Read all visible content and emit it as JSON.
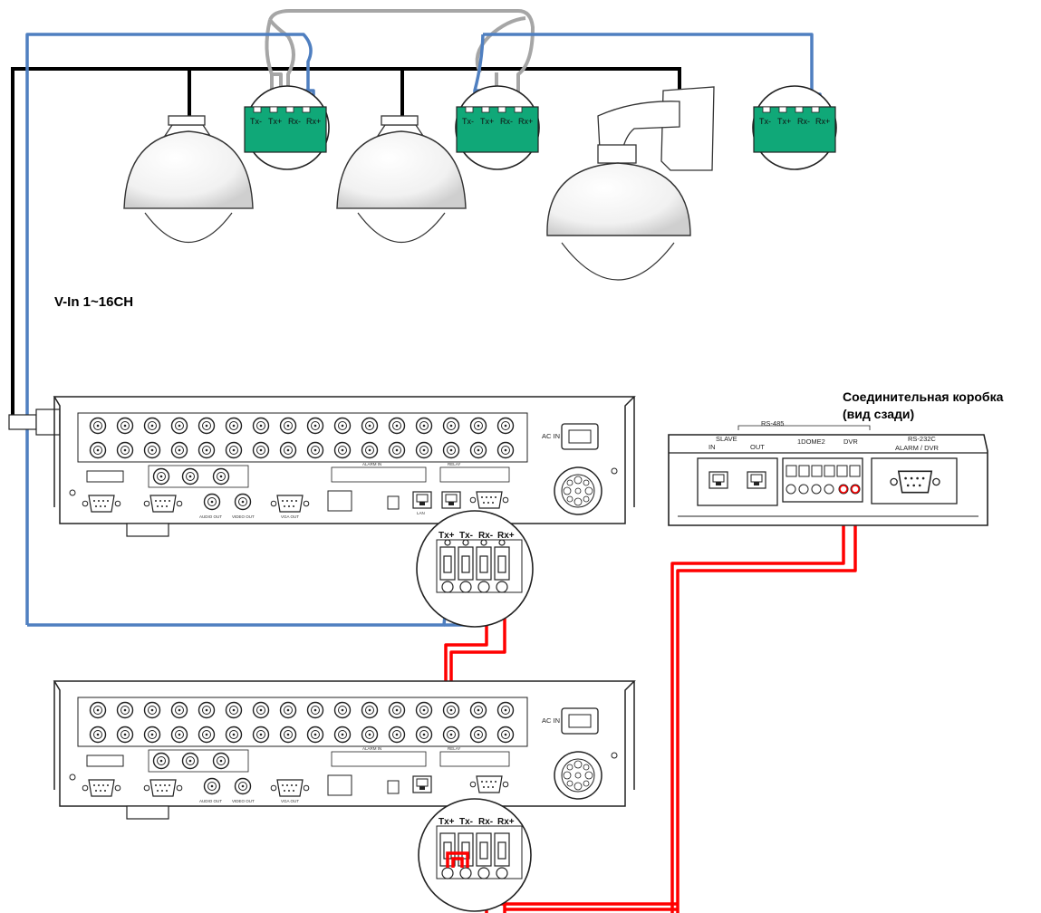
{
  "labels": {
    "vin": "V-In  1~16CH",
    "junction_title_1": "Соединительная коробка",
    "junction_title_2": "(вид сзади)"
  },
  "terminal_labels": [
    "Tx-",
    "Tx+",
    "Rx-",
    "Rx+"
  ],
  "dvr_terminal_labels": [
    "Tx+",
    "Tx-",
    "Rx-",
    "Rx+"
  ],
  "junction_box": {
    "rs485": "RS-485",
    "slave": "SLAVE",
    "in": "IN",
    "out": "OUT",
    "dome": "1DOME2",
    "dvr": "DVR",
    "rs232c": "RS-232C",
    "alarm_dvr": "ALARM / DVR"
  },
  "dvr_panel": {
    "ac_in": "AC IN",
    "audio_out": "AUDIO OUT",
    "video_out": "VIDEO OUT",
    "vga_out": "VGA OUT",
    "lan": "LAN",
    "alarm_in": "ALARM IN",
    "relay": "RELAY"
  },
  "colors": {
    "wire_black": "#000000",
    "wire_gray": "#a6a6a6",
    "wire_blue": "#4f7fc0",
    "wire_red": "#ff0000",
    "terminal_green": "#10a878"
  }
}
